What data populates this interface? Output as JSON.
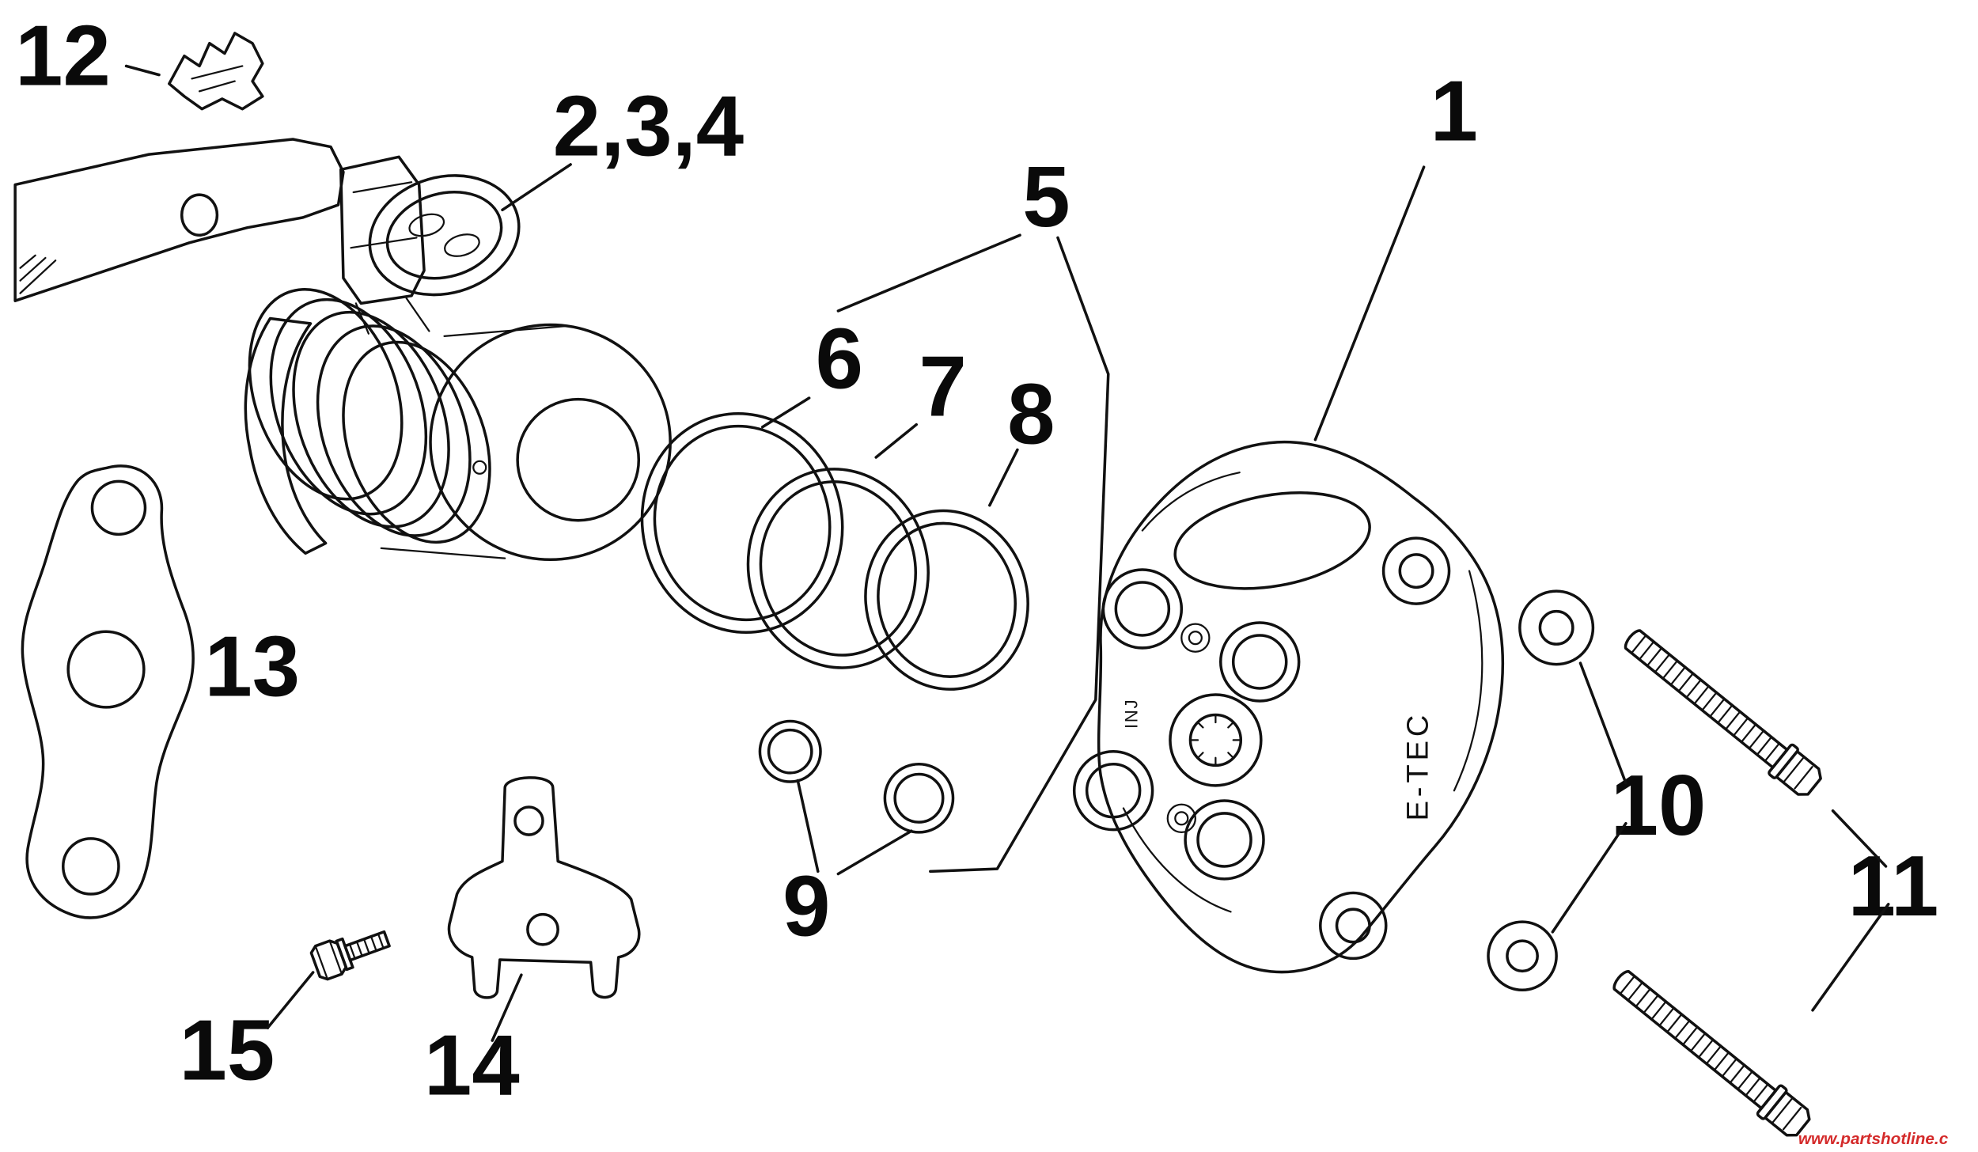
{
  "figure": {
    "type": "exploded-parts-diagram",
    "callouts": {
      "c1": "1",
      "c2_3_4": "2,3,4",
      "c5": "5",
      "c6": "6",
      "c7": "7",
      "c8": "8",
      "c9": "9",
      "c10": "10",
      "c11": "11",
      "c12": "12",
      "c13": "13",
      "c14": "14",
      "c15": "15"
    },
    "markings": {
      "brand_vertical": "E-TEC",
      "side_marking": "INJ"
    },
    "watermark": {
      "text": "www.partshotline.c",
      "color": "#d42a2a"
    },
    "colors": {
      "line": "#111111",
      "background": "#ffffff"
    }
  }
}
